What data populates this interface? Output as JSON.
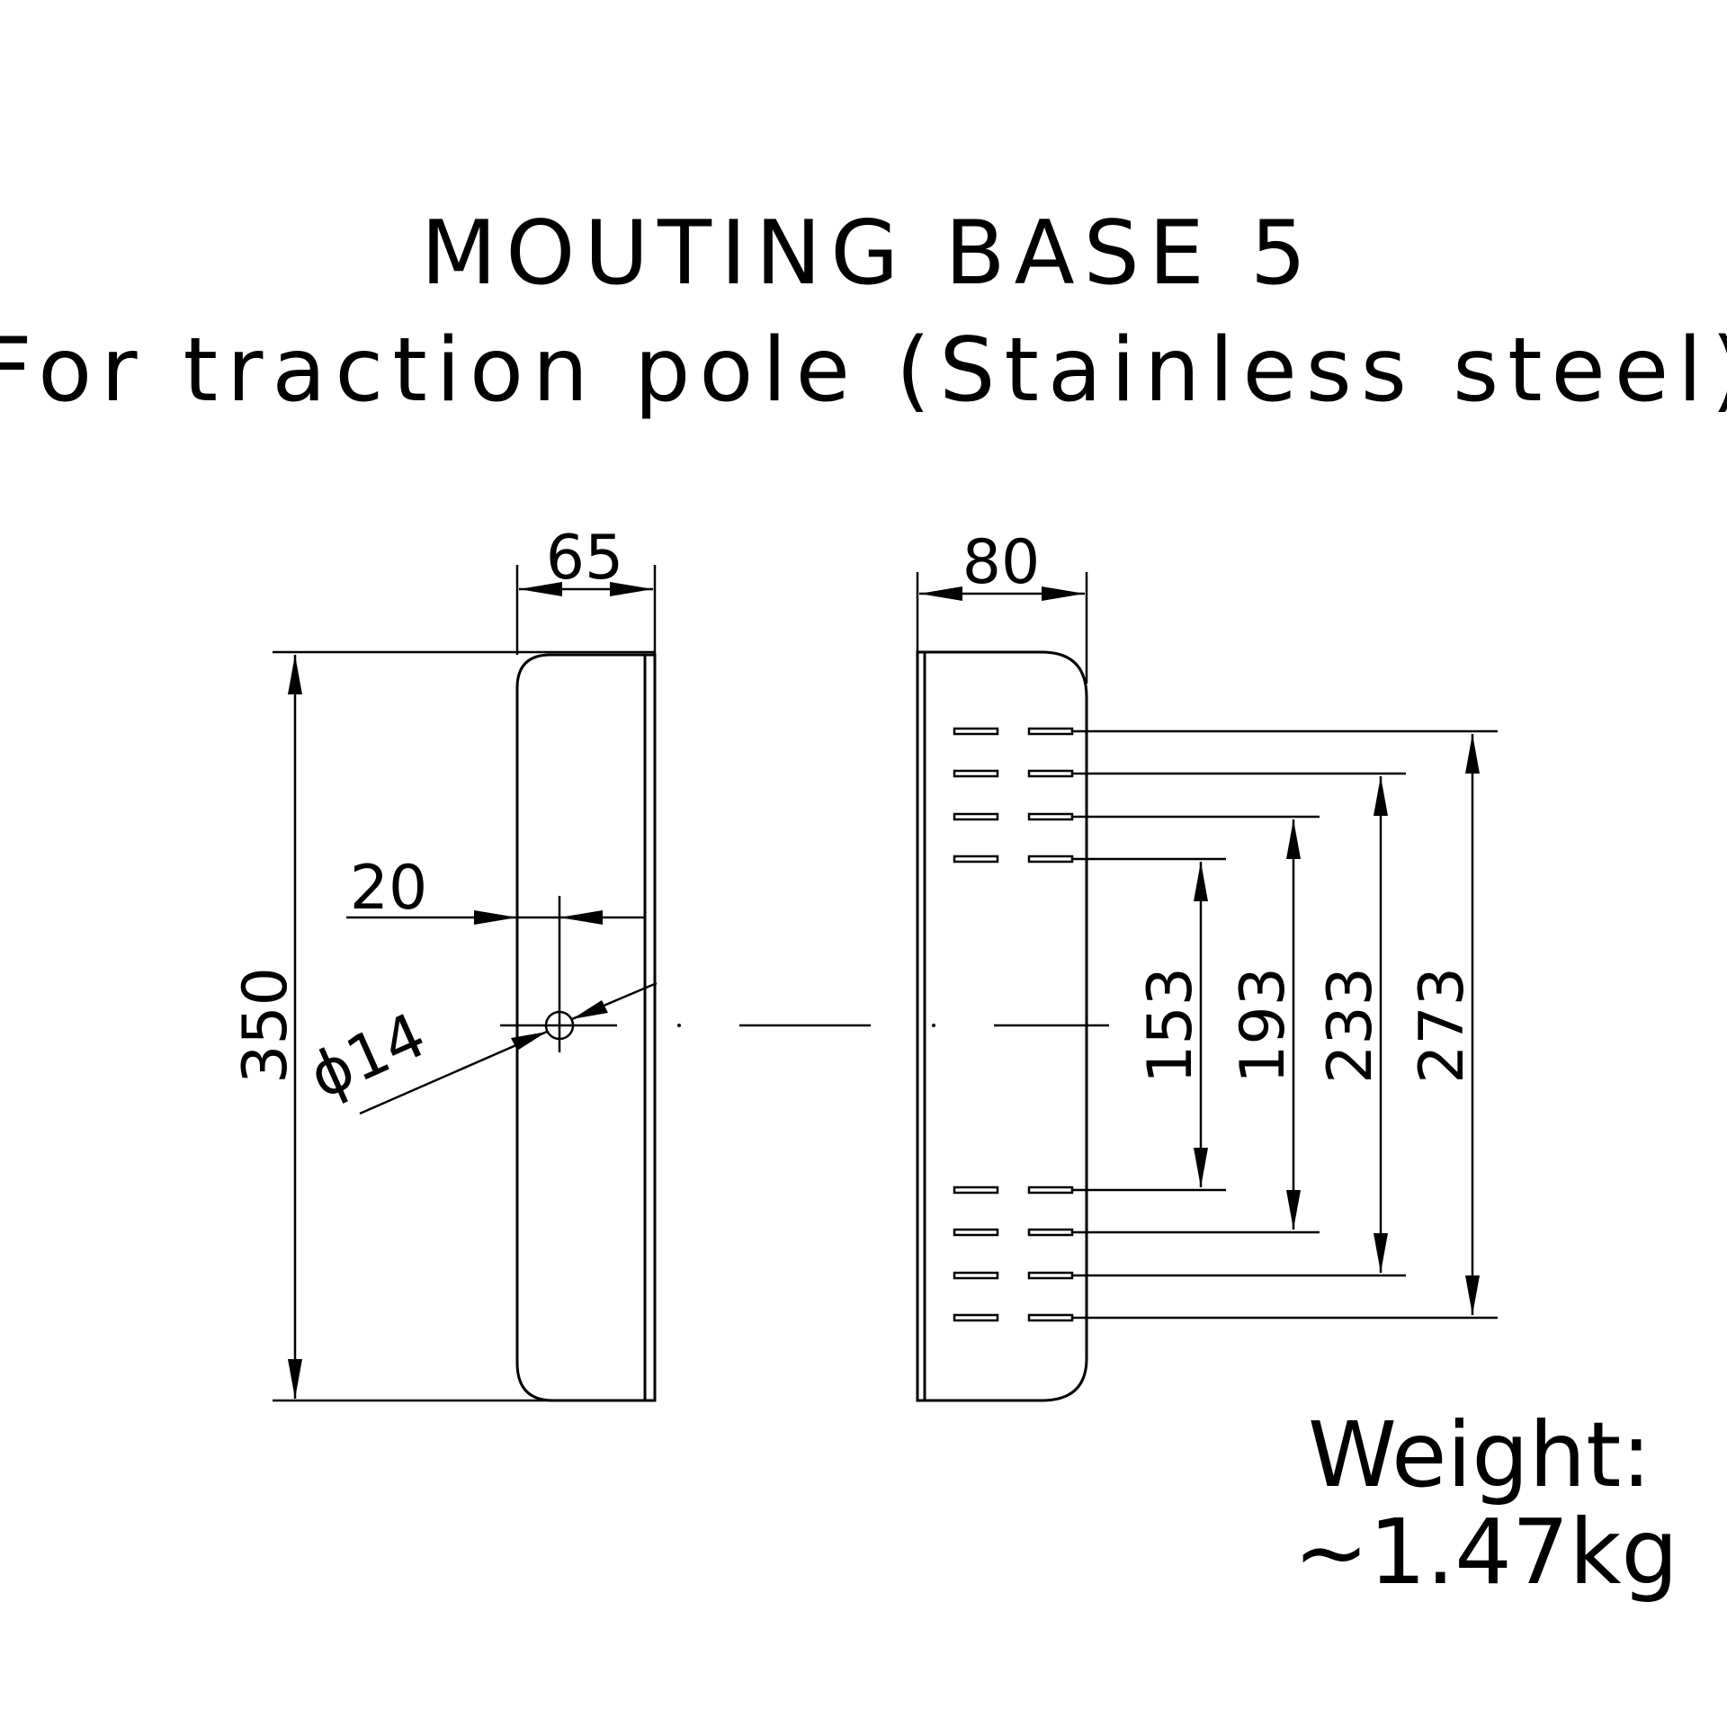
{
  "title": {
    "line1": "MOUTING BASE 5",
    "line2": "For traction pole (Stainless steel)"
  },
  "dimensions": {
    "side_width": "65",
    "front_width": "80",
    "height": "350",
    "hole_offset": "20",
    "hole_diameter": "ϕ14",
    "slot_spacing_1": "153",
    "slot_spacing_2": "193",
    "slot_spacing_3": "233",
    "slot_spacing_4": "273"
  },
  "weight": {
    "label": "Weight:",
    "value": "~1.47kg"
  }
}
